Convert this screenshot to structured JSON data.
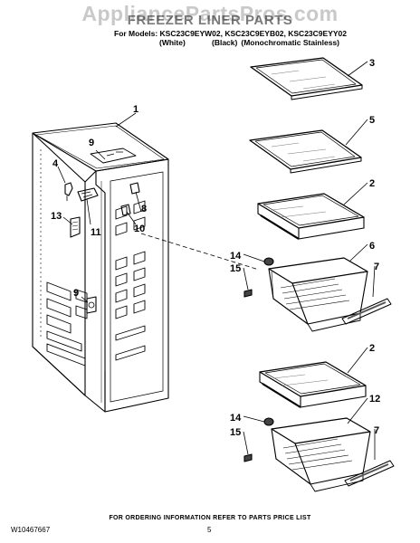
{
  "header": {
    "watermark": "AppliancePartsPros.com",
    "title": "FREEZER LINER PARTS",
    "models_line": "For Models: KSC23C9EYW02, KSC23C9EYB02, KSC23C9EYY02",
    "variants": [
      "(White)",
      "(Black)",
      "(Monochromatic Stainless)"
    ]
  },
  "callouts": {
    "c1": "1",
    "c2a": "2",
    "c2b": "2",
    "c3": "3",
    "c4": "4",
    "c5": "5",
    "c6": "6",
    "c7a": "7",
    "c7b": "7",
    "c8": "8",
    "c9a": "9",
    "c9b": "9",
    "c10": "10",
    "c11": "11",
    "c12": "12",
    "c13": "13",
    "c14a": "14",
    "c14b": "14",
    "c15a": "15",
    "c15b": "15"
  },
  "footer": {
    "note": "FOR ORDERING INFORMATION REFER TO PARTS PRICE LIST",
    "doc_number": "W10467667",
    "page_number": "5"
  }
}
